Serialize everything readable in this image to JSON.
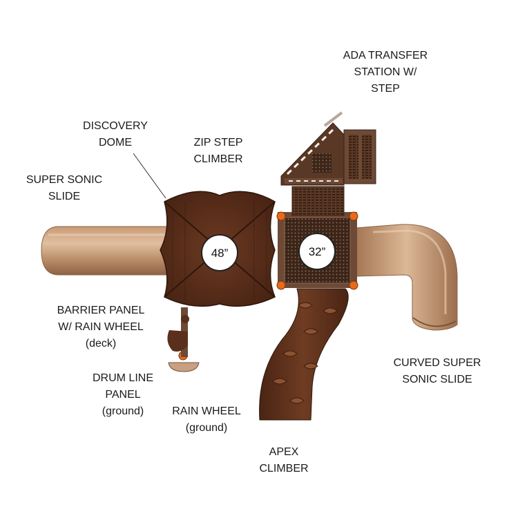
{
  "labels": {
    "ada_transfer": [
      "ADA TRANSFER",
      "STATION W/",
      "STEP"
    ],
    "discovery_dome": [
      "DISCOVERY",
      "DOME"
    ],
    "zip_step": [
      "ZIP STEP",
      "CLIMBER"
    ],
    "super_sonic_slide": [
      "SUPER SONIC",
      "SLIDE"
    ],
    "barrier_panel": [
      "BARRIER PANEL",
      "W/ RAIN WHEEL",
      "(deck)"
    ],
    "drum_line": [
      "DRUM LINE",
      "PANEL",
      "(ground)"
    ],
    "rain_wheel": [
      "RAIN WHEEL",
      "(ground)"
    ],
    "curved_slide": [
      "CURVED SUPER",
      "SONIC SLIDE"
    ],
    "apex_climber": [
      "APEX",
      "CLIMBER"
    ]
  },
  "deck_sizes": {
    "dome_deck": "48”",
    "square_deck": "32”"
  },
  "colors": {
    "roof_brown": "#5a2f1c",
    "roof_dark": "#3d1d10",
    "slide_tan": "#b98a66",
    "slide_light": "#d8b597",
    "deck_brown": "#4a2a1a",
    "clamp_orange": "#e86a1a"
  }
}
